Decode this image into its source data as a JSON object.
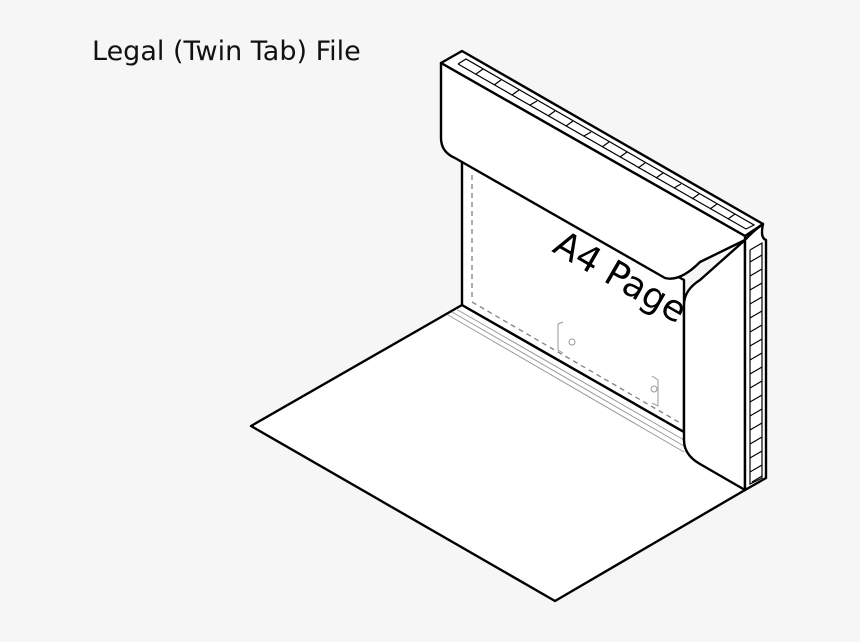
{
  "title": "Legal (Twin Tab) File",
  "diagram": {
    "page_label": "A4 Page",
    "parts": [
      "top-tab",
      "back-panel",
      "base-panel",
      "right-side-flap",
      "spine-strip",
      "filing-clips"
    ],
    "colors": {
      "background": "#f6f6f6",
      "panel_fill": "#ffffff",
      "outline": "#000000",
      "guide_lines": "#999999"
    }
  }
}
